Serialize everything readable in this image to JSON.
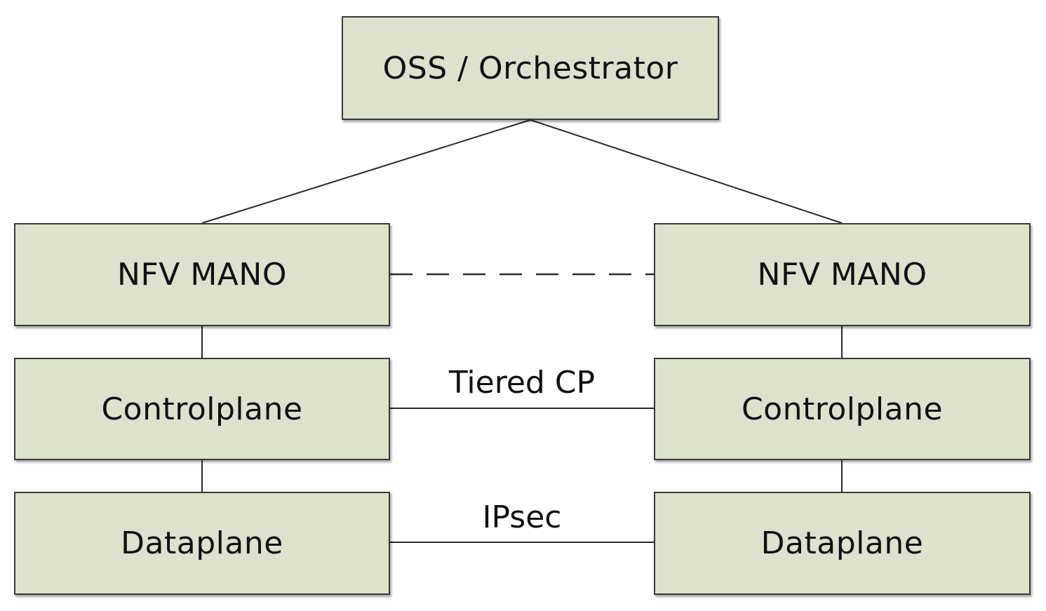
{
  "diagram": {
    "colors": {
      "box_fill": "#dde2cc",
      "box_border": "#3a3a3a",
      "line": "#2a2a2a"
    },
    "nodes": {
      "orchestrator": "OSS / Orchestrator",
      "left_mano": "NFV MANO",
      "right_mano": "NFV MANO",
      "left_controlplane": "Controlplane",
      "right_controlplane": "Controlplane",
      "left_dataplane": "Dataplane",
      "right_dataplane": "Dataplane"
    },
    "edge_labels": {
      "controlplane_link": "Tiered CP",
      "dataplane_link": "IPsec"
    }
  }
}
